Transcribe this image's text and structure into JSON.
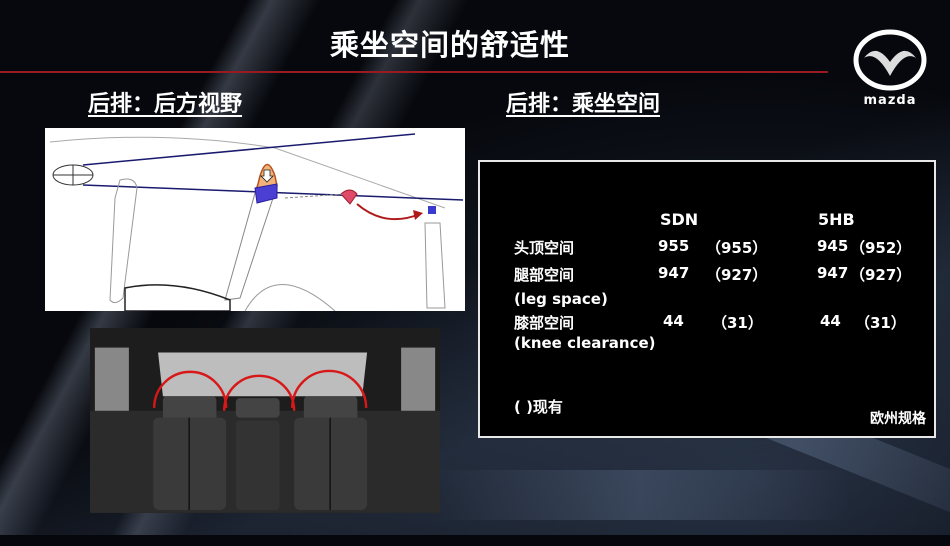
{
  "slide": {
    "title": "乘坐空间的舒适性",
    "accent_rule_color": "#9a1a22",
    "logo": {
      "icon": "mazda-logo-icon",
      "text": "mazda"
    }
  },
  "left_section": {
    "heading": "后排：后方视野",
    "diagram": {
      "description": "side-view sightline diagram of rear seat with headrest obstruction highlighted"
    },
    "photo": {
      "description": "rear seat row photo with red headrest visibility arcs"
    }
  },
  "right_section": {
    "heading": "后排：乘坐空间",
    "table": {
      "columns": [
        "SDN",
        "5HB"
      ],
      "rows": [
        {
          "label": "头顶空间",
          "sublabel": "",
          "sdn": "955",
          "sdn_prev": "（955）",
          "hb": "945",
          "hb_prev": "（952）"
        },
        {
          "label": "腿部空间",
          "sublabel": "(leg space)",
          "sdn": "947",
          "sdn_prev": "（927）",
          "hb": "947",
          "hb_prev": "（927）"
        },
        {
          "label": "膝部空间",
          "sublabel": "(knee clearance)",
          "sdn": "44",
          "sdn_prev": "（31）",
          "hb": "44",
          "hb_prev": "（31）"
        }
      ],
      "legend": "( )现有",
      "spec_note": "欧州规格"
    }
  }
}
